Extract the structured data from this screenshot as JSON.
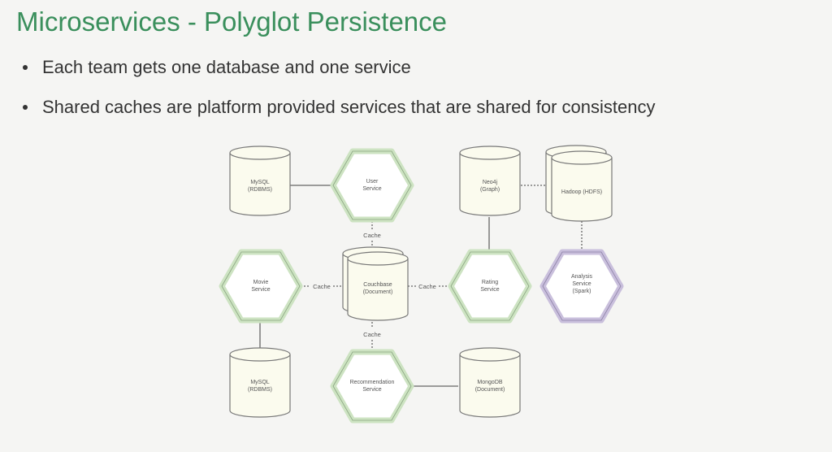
{
  "slide": {
    "title": "Microservices - Polyglot Persistence",
    "bullets": [
      "Each team gets one database and one service",
      "Shared caches are platform provided services that are shared for consistency"
    ]
  },
  "diagram": {
    "colors": {
      "service_stroke": "#cde3c2",
      "analysis_stroke": "#c9bfdc",
      "db_fill": "#fbfbee",
      "line": "#666666"
    },
    "nodes": {
      "mysql_top": {
        "line1": "MySQL",
        "line2": "(RDBMS)"
      },
      "user_service": {
        "line1": "User",
        "line2": "Service"
      },
      "neo4j": {
        "line1": "Neo4j",
        "line2": "(Graph)"
      },
      "hadoop": {
        "line1": "Hadoop (HDFS)"
      },
      "movie_service": {
        "line1": "Movie",
        "line2": "Service"
      },
      "couchbase": {
        "line1": "Couchbase",
        "line2": "(Document)"
      },
      "rating_service": {
        "line1": "Rating",
        "line2": "Service"
      },
      "analysis_service": {
        "line1": "Analysis",
        "line2": "Service",
        "line3": "(Spark)"
      },
      "mysql_bottom": {
        "line1": "MySQL",
        "line2": "(RDBMS)"
      },
      "recommendation_service": {
        "line1": "Recommendation",
        "line2": "Service"
      },
      "mongodb": {
        "line1": "MongoDB",
        "line2": "(Document)"
      }
    },
    "cache_labels": {
      "top": "Cache",
      "left": "Cache",
      "right": "Cache",
      "bottom": "Cache"
    }
  }
}
